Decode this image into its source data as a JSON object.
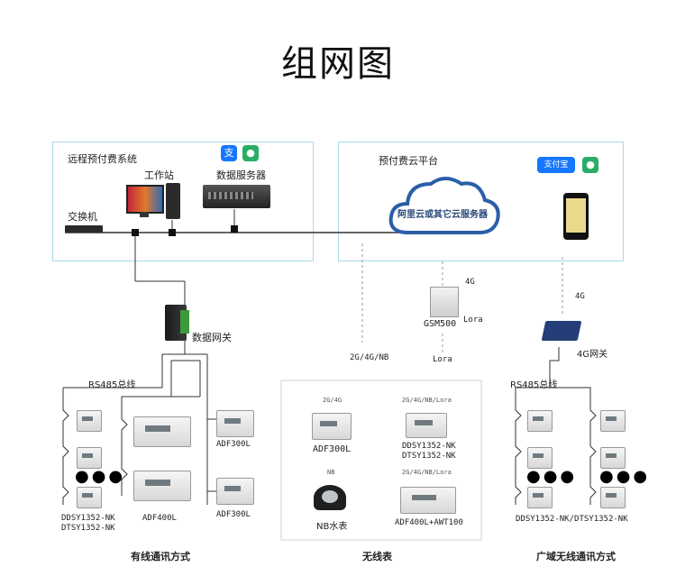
{
  "title": "组网图",
  "left_box": {
    "name": "远程预付费系统",
    "workstation": "工作站",
    "server": "数据服务器",
    "switch": "交换机"
  },
  "right_box": {
    "name": "预付费云平台",
    "cloud": "阿里云或其它云服务器"
  },
  "gateway": "数据网关",
  "rs485_left": "RS485总线",
  "rs485_right": "RS485总线",
  "net_2g": "2G/4G/NB",
  "gsm": {
    "tag": "4G",
    "name": "GSM500",
    "lora1": "Lora",
    "lora2": "Lora"
  },
  "right_gw": {
    "tag": "4G",
    "name": "4G网关"
  },
  "wired": {
    "meters_label": "DDSY1352-NK\nDTSY1352-NK",
    "adf400l": "ADF400L",
    "adf300l_top": "ADF300L",
    "adf300l_bottom": "ADF300L",
    "caption": "有线通讯方式"
  },
  "wireless": {
    "tag_a": "2G/4G",
    "adf300l": "ADF300L",
    "tag_b": "2G/4G/NB/Lora",
    "ddsy": "DDSY1352-NK\nDTSY1352-NK",
    "tag_c": "NB",
    "nb_meter": "NB水表",
    "tag_d": "2G/4G/NB/Lora",
    "adf400l": "ADF400L+AWT100",
    "caption": "无线表"
  },
  "wide": {
    "meters_label": "DDSY1352-NK/DTSY1352-NK",
    "caption": "广域无线通讯方式"
  },
  "colors": {
    "box_border": "#a9d9ea",
    "alipay": "#1677ff",
    "wechat": "#2aae67"
  }
}
